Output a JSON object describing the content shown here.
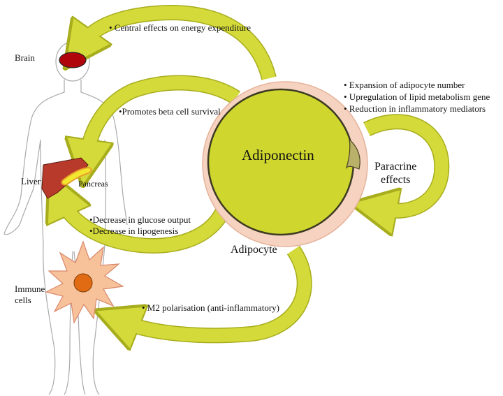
{
  "labels": {
    "brain": "Brain",
    "liver": "Liver",
    "pancreas": "Pancreas",
    "immune_line1": "Immune",
    "immune_line2": "cells",
    "adipocyte": "Adipocyte",
    "adiponectin": "Adiponectin",
    "paracrine_line1": "Paracrine",
    "paracrine_line2": "effects"
  },
  "effects": {
    "brain": "• Central effects on energy expenditure",
    "pancreas": "•Promotes beta cell survival",
    "liver": [
      "•Decrease in glucose output",
      "•Decrease in lipogenesis"
    ],
    "immune": "• M2 polarisation (anti-inflammatory)",
    "adipose": [
      "• Expansion of adipocyte number",
      "• Upregulation of lipid metabolism gene",
      "• Reduction in inflammatory mediators"
    ]
  },
  "colors": {
    "arrow": "#d4da3a",
    "arrow_edge": "#a7ad1c",
    "adipocyte_fill": "#cfd62e",
    "adipocyte_ring": "#f6d3c1",
    "brain": "#b0060b",
    "liver": "#b83a2a",
    "pancreas": "#f2e830",
    "immune_cell": "#f7c29a",
    "immune_nucleus": "#e06b12",
    "nucleus": "#b9b06a"
  }
}
